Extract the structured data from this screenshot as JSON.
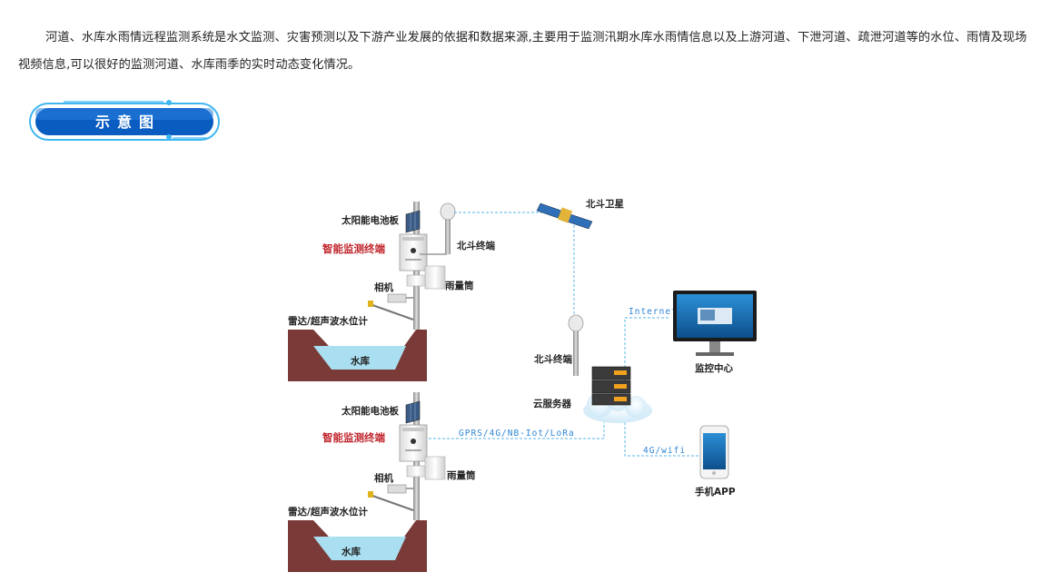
{
  "intro_text": "河道、水库水雨情远程监测系统是水文监测、灾害预测以及下游产业发展的依据和数据来源,主要用于监测汛期水库水雨情信息以及上游河道、下泄河道、疏泄河道等的水位、雨情及现场视频信息,可以很好的监测河道、水库雨季的实时动态变化情况。",
  "badge_label": "示意图",
  "colors": {
    "link_line": "#59b4e8",
    "badge_fill": "#0a5cc0",
    "badge_ring": "#3fb6f2",
    "reservoir_earth": "#7a3a38",
    "reservoir_water": "#a9dff0",
    "alarm_red": "#c0262d"
  },
  "diagram": {
    "site_top": {
      "solar_panel": "太阳能电池板",
      "terminal": "智能监测终端",
      "beidou_terminal": "北斗终端",
      "camera": "相机",
      "rain_gauge": "雨量筒",
      "water_level_meter": "雷达/超声波水位计",
      "reservoir": "水库"
    },
    "site_bottom": {
      "solar_panel": "太阳能电池板",
      "terminal": "智能监测终端",
      "camera": "相机",
      "rain_gauge": "雨量筒",
      "water_level_meter": "雷达/超声波水位计",
      "reservoir": "水库"
    },
    "satellite": "北斗卫星",
    "beidou_terminal_center": "北斗终端",
    "cloud_server": "云服务器",
    "monitor_center": "监控中心",
    "mobile_app": "手机APP",
    "link_internet": "Internet",
    "link_gprs": "GPRS/4G/NB-Iot/LoRa",
    "link_4g": "4G/wifi"
  }
}
